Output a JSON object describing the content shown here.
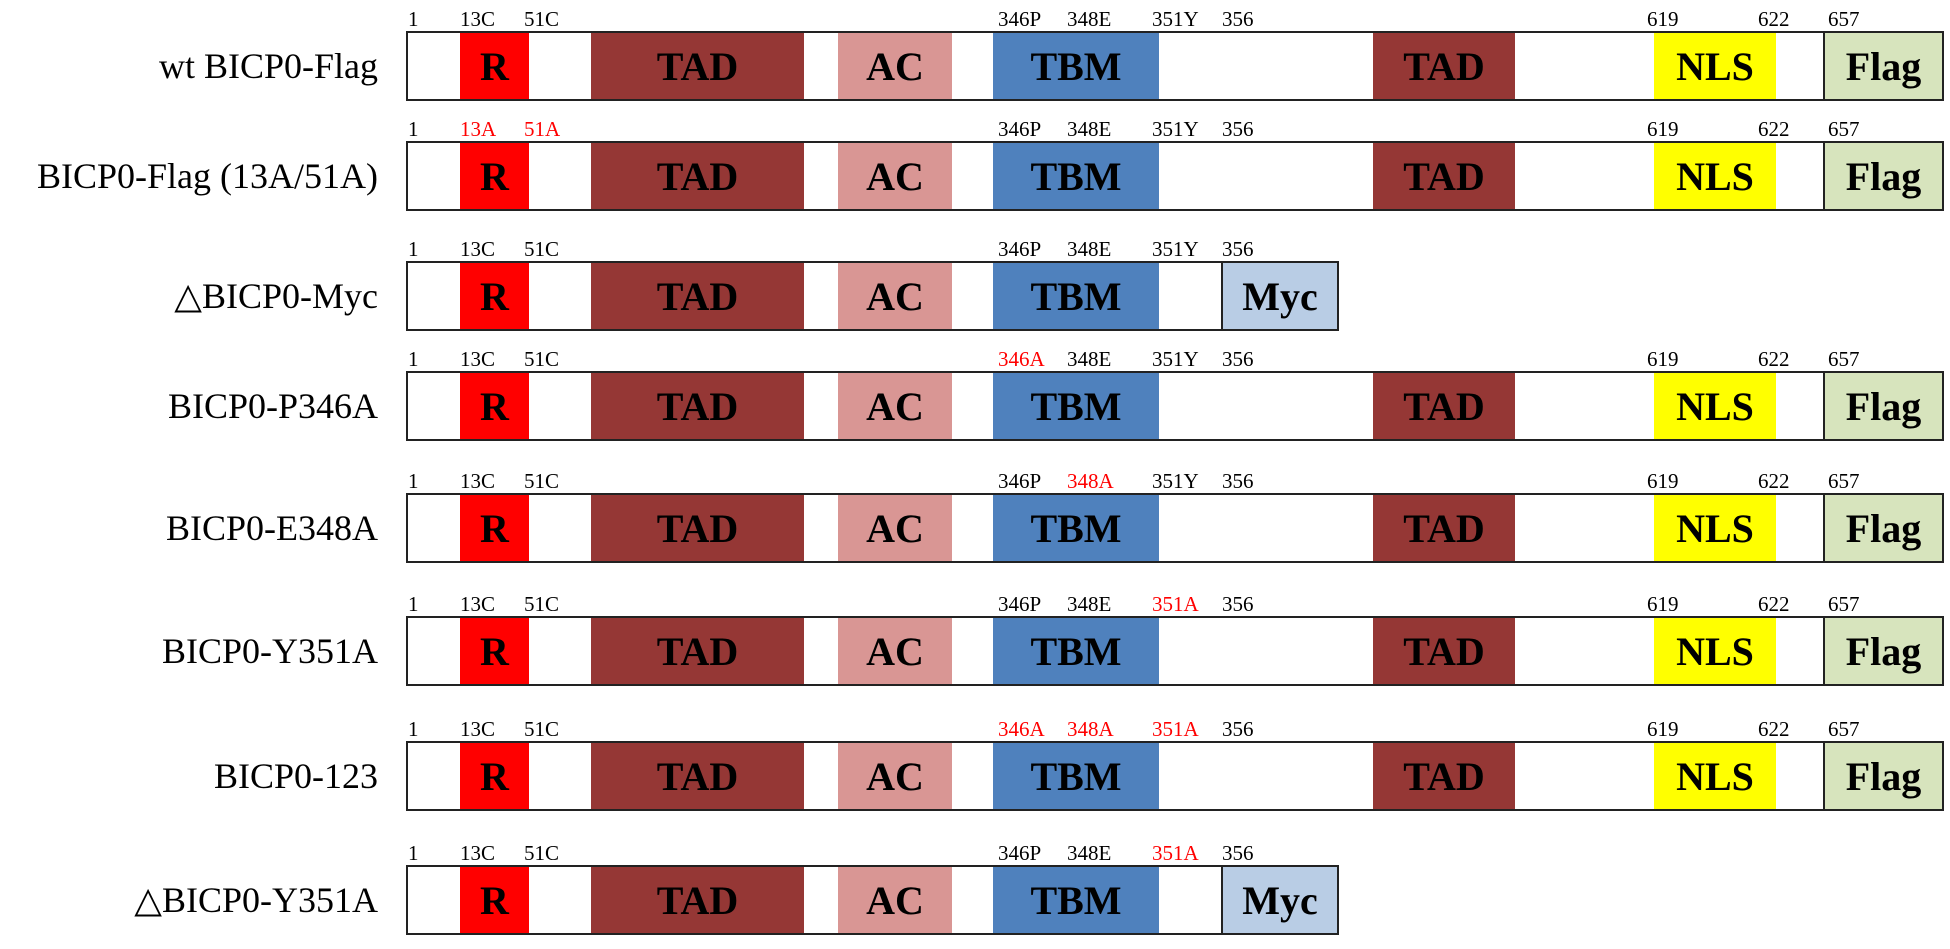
{
  "colors": {
    "R": "#ff0000",
    "TAD": "#953735",
    "AC": "#d99694",
    "TBM": "#4f81bd",
    "NLS": "#ffff00",
    "Flag": "#d7e4bd",
    "Myc": "#b9cde5",
    "mutation": "#ff0000",
    "normal": "#000000"
  },
  "constructs": [
    {
      "name": "wt BICP0-Flag",
      "length": "full",
      "tag": "Flag",
      "positions": [
        {
          "key": "p1",
          "text": "1",
          "mut": false
        },
        {
          "key": "p13",
          "text": "13C",
          "mut": false
        },
        {
          "key": "p51",
          "text": "51C",
          "mut": false
        },
        {
          "key": "p346",
          "text": "346P",
          "mut": false
        },
        {
          "key": "p348",
          "text": "348E",
          "mut": false
        },
        {
          "key": "p351",
          "text": "351Y",
          "mut": false
        },
        {
          "key": "p356",
          "text": "356",
          "mut": false
        },
        {
          "key": "p619",
          "text": "619",
          "mut": false
        },
        {
          "key": "p622",
          "text": "622",
          "mut": false
        },
        {
          "key": "p657",
          "text": "657",
          "mut": false
        }
      ]
    },
    {
      "name": "BICP0-Flag (13A/51A)",
      "length": "full",
      "tag": "Flag",
      "positions": [
        {
          "key": "p1",
          "text": "1",
          "mut": false
        },
        {
          "key": "p13",
          "text": "13A",
          "mut": true
        },
        {
          "key": "p51",
          "text": "51A",
          "mut": true
        },
        {
          "key": "p346",
          "text": "346P",
          "mut": false
        },
        {
          "key": "p348",
          "text": "348E",
          "mut": false
        },
        {
          "key": "p351",
          "text": "351Y",
          "mut": false
        },
        {
          "key": "p356",
          "text": "356",
          "mut": false
        },
        {
          "key": "p619",
          "text": "619",
          "mut": false
        },
        {
          "key": "p622",
          "text": "622",
          "mut": false
        },
        {
          "key": "p657",
          "text": "657",
          "mut": false
        }
      ]
    },
    {
      "name": "△BICP0-Myc",
      "length": "truncated",
      "tag": "Myc",
      "positions": [
        {
          "key": "p1",
          "text": "1",
          "mut": false
        },
        {
          "key": "p13",
          "text": "13C",
          "mut": false
        },
        {
          "key": "p51",
          "text": "51C",
          "mut": false
        },
        {
          "key": "p346",
          "text": "346P",
          "mut": false
        },
        {
          "key": "p348",
          "text": "348E",
          "mut": false
        },
        {
          "key": "p351",
          "text": "351Y",
          "mut": false
        },
        {
          "key": "p356",
          "text": "356",
          "mut": false
        }
      ]
    },
    {
      "name": "BICP0-P346A",
      "length": "full",
      "tag": "Flag",
      "positions": [
        {
          "key": "p1",
          "text": "1",
          "mut": false
        },
        {
          "key": "p13",
          "text": "13C",
          "mut": false
        },
        {
          "key": "p51",
          "text": "51C",
          "mut": false
        },
        {
          "key": "p346",
          "text": "346A",
          "mut": true
        },
        {
          "key": "p348",
          "text": "348E",
          "mut": false
        },
        {
          "key": "p351",
          "text": "351Y",
          "mut": false
        },
        {
          "key": "p356",
          "text": "356",
          "mut": false
        },
        {
          "key": "p619",
          "text": "619",
          "mut": false
        },
        {
          "key": "p622",
          "text": "622",
          "mut": false
        },
        {
          "key": "p657",
          "text": "657",
          "mut": false
        }
      ]
    },
    {
      "name": "BICP0-E348A",
      "length": "full",
      "tag": "Flag",
      "positions": [
        {
          "key": "p1",
          "text": "1",
          "mut": false
        },
        {
          "key": "p13",
          "text": "13C",
          "mut": false
        },
        {
          "key": "p51",
          "text": "51C",
          "mut": false
        },
        {
          "key": "p346",
          "text": "346P",
          "mut": false
        },
        {
          "key": "p348",
          "text": "348A",
          "mut": true
        },
        {
          "key": "p351",
          "text": "351Y",
          "mut": false
        },
        {
          "key": "p356",
          "text": "356",
          "mut": false
        },
        {
          "key": "p619",
          "text": "619",
          "mut": false
        },
        {
          "key": "p622",
          "text": "622",
          "mut": false
        },
        {
          "key": "p657",
          "text": "657",
          "mut": false
        }
      ]
    },
    {
      "name": "BICP0-Y351A",
      "length": "full",
      "tag": "Flag",
      "positions": [
        {
          "key": "p1",
          "text": "1",
          "mut": false
        },
        {
          "key": "p13",
          "text": "13C",
          "mut": false
        },
        {
          "key": "p51",
          "text": "51C",
          "mut": false
        },
        {
          "key": "p346",
          "text": "346P",
          "mut": false
        },
        {
          "key": "p348",
          "text": "348E",
          "mut": false
        },
        {
          "key": "p351",
          "text": "351A",
          "mut": true
        },
        {
          "key": "p356",
          "text": "356",
          "mut": false
        },
        {
          "key": "p619",
          "text": "619",
          "mut": false
        },
        {
          "key": "p622",
          "text": "622",
          "mut": false
        },
        {
          "key": "p657",
          "text": "657",
          "mut": false
        }
      ]
    },
    {
      "name": "BICP0-123",
      "length": "full",
      "tag": "Flag",
      "positions": [
        {
          "key": "p1",
          "text": "1",
          "mut": false
        },
        {
          "key": "p13",
          "text": "13C",
          "mut": false
        },
        {
          "key": "p51",
          "text": "51C",
          "mut": false
        },
        {
          "key": "p346",
          "text": "346A",
          "mut": true
        },
        {
          "key": "p348",
          "text": "348A",
          "mut": true
        },
        {
          "key": "p351",
          "text": "351A",
          "mut": true
        },
        {
          "key": "p356",
          "text": "356",
          "mut": false
        },
        {
          "key": "p619",
          "text": "619",
          "mut": false
        },
        {
          "key": "p622",
          "text": "622",
          "mut": false
        },
        {
          "key": "p657",
          "text": "657",
          "mut": false
        }
      ]
    },
    {
      "name": "△BICP0-Y351A",
      "length": "truncated",
      "tag": "Myc",
      "positions": [
        {
          "key": "p1",
          "text": "1",
          "mut": false
        },
        {
          "key": "p13",
          "text": "13C",
          "mut": false
        },
        {
          "key": "p51",
          "text": "51C",
          "mut": false
        },
        {
          "key": "p346",
          "text": "346P",
          "mut": false
        },
        {
          "key": "p348",
          "text": "348E",
          "mut": false
        },
        {
          "key": "p351",
          "text": "351A",
          "mut": true
        },
        {
          "key": "p356",
          "text": "356",
          "mut": false
        }
      ]
    }
  ],
  "domains": [
    {
      "key": "R",
      "label": "R",
      "region": "n"
    },
    {
      "key": "TAD1",
      "label": "TAD",
      "region": "n",
      "color_key": "TAD"
    },
    {
      "key": "AC",
      "label": "AC",
      "region": "n"
    },
    {
      "key": "TBM",
      "label": "TBM",
      "region": "n"
    },
    {
      "key": "TAD2",
      "label": "TAD",
      "region": "c",
      "color_key": "TAD"
    },
    {
      "key": "NLS",
      "label": "NLS",
      "region": "c"
    }
  ]
}
